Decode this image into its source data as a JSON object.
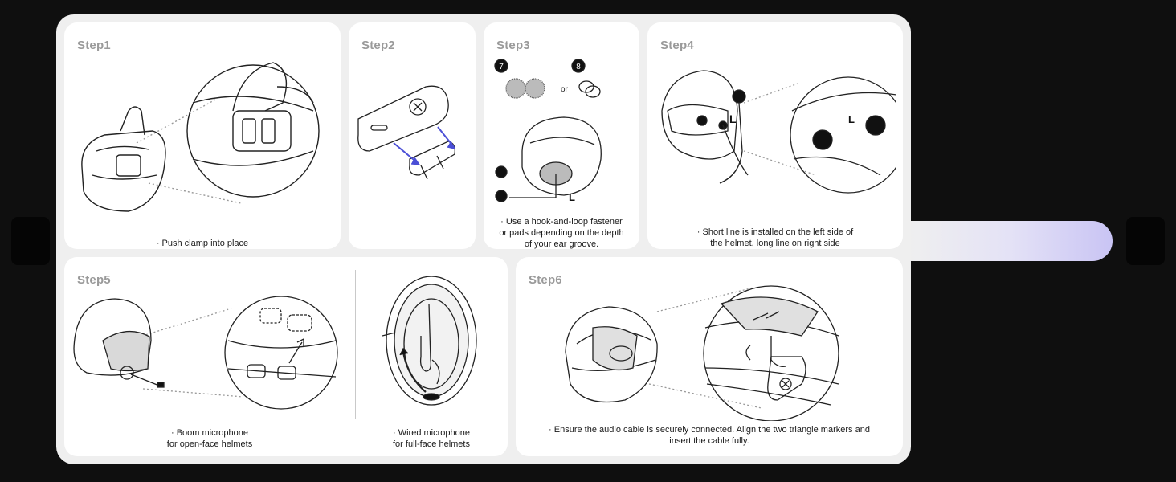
{
  "steps": {
    "step1": {
      "label": "Step1",
      "caption": "· Push clamp into place"
    },
    "step2": {
      "label": "Step2"
    },
    "step3": {
      "label": "Step3",
      "caption_lines": [
        "· Use a hook-and-loop fastener",
        "or pads depending on the depth",
        "of your ear groove."
      ],
      "option_a": "7",
      "option_b": "8",
      "or_text": "or",
      "side_letter": "L"
    },
    "step4": {
      "label": "Step4",
      "caption_lines": [
        "· Short line is installed on the left side of",
        "the helmet, long line on right side"
      ],
      "side_letter": "L"
    },
    "step5": {
      "label": "Step5",
      "boom_caption_lines": [
        "· Boom microphone",
        "for open-face helmets"
      ],
      "wired_caption_lines": [
        "· Wired microphone",
        "for full-face helmets"
      ]
    },
    "step6": {
      "label": "Step6",
      "caption_lines": [
        "· Ensure the audio cable is securely connected. Align the two triangle markers and",
        "insert the cable fully."
      ]
    }
  },
  "colors": {
    "sheet": "#efefef",
    "card": "#ffffff",
    "label": "#9a9a9a",
    "arrow": "#4b4fd6",
    "handle_accent": "#c9c4f4"
  }
}
